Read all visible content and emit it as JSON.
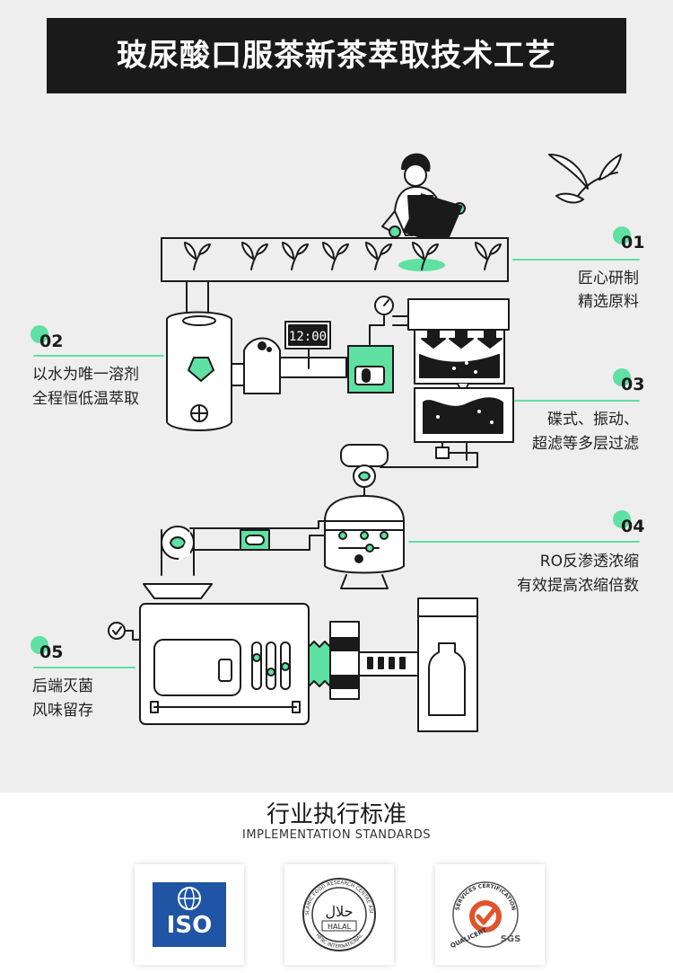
{
  "header": {
    "title": "玻尿酸口服茶新茶萃取技术工艺"
  },
  "timer": {
    "display": "12:00"
  },
  "steps": [
    {
      "num": "01",
      "lines": [
        "匠心研制",
        "精选原料"
      ]
    },
    {
      "num": "02",
      "lines": [
        "以水为唯一溶剂",
        "全程恒低温萃取"
      ]
    },
    {
      "num": "03",
      "lines": [
        "碟式、振动、",
        "超滤等多层过滤"
      ]
    },
    {
      "num": "04",
      "lines": [
        "RO反渗透浓缩",
        "有效提高浓缩倍数"
      ]
    },
    {
      "num": "05",
      "lines": [
        "后端灭菌",
        "风味留存"
      ]
    }
  ],
  "standards": {
    "title": "行业执行标准",
    "subtitle": "IMPLEMENTATION STANDARDS",
    "badges": [
      {
        "name": "ISO",
        "text": "ISO",
        "color": "#1f55a4"
      },
      {
        "name": "HALAL",
        "text": "HALAL",
        "arabic": "حلال",
        "ring": "ISLAMIC FOOD RESEARCH CENTRE ASIA",
        "ring_bottom": "HFRC INTERNATIONAL"
      },
      {
        "name": "SGS",
        "text": "SGS",
        "ring": "SERVICES CERTIFICATION",
        "left": "QUALICERT",
        "color": "#e0542b"
      }
    ]
  },
  "colors": {
    "accent": "#5ee1a2",
    "dark": "#1a1a1a",
    "bg": "#eeeeee"
  }
}
